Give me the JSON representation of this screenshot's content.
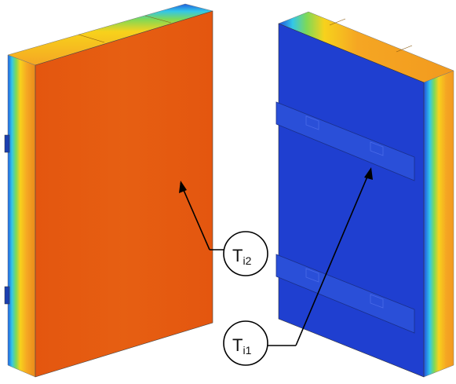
{
  "labels": {
    "ti2": {
      "main": "T",
      "sub": "i2"
    },
    "ti1": {
      "main": "T",
      "sub": "i1"
    }
  },
  "colors": {
    "hot_face": "#e4560f",
    "cold_face": "#1f3fd0",
    "orange_layer": "#f5a623",
    "yellow_layer": "#f7d21c",
    "green_layer": "#7ed957",
    "cyan_layer": "#33c7e8",
    "line": "#000000"
  }
}
